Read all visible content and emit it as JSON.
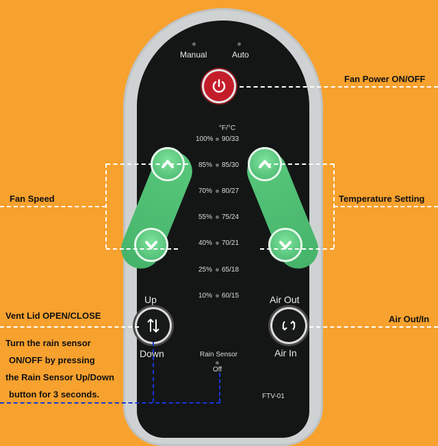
{
  "remote": {
    "mode_manual": "Manual",
    "mode_auto": "Auto",
    "unit_header": "°F/°C",
    "speed_levels": [
      "100%",
      "85%",
      "70%",
      "55%",
      "40%",
      "25%",
      "10%"
    ],
    "temperature_levels": [
      "90/33",
      "85/30",
      "80/27",
      "75/24",
      "70/21",
      "65/18",
      "60/15"
    ],
    "vent_up": "Up",
    "vent_down": "Down",
    "air_out": "Air Out",
    "air_in": "Air In",
    "rain_sensor_label": "Rain Sensor",
    "rain_sensor_status": "Off",
    "model": "FTV-01"
  },
  "callouts": {
    "fan_power": "Fan Power ON/OFF",
    "fan_speed": "Fan Speed",
    "temperature_setting": "Temperature Setting",
    "vent_lid": "Vent Lid OPEN/CLOSE",
    "air_out_in": "Air Out/In",
    "rain_note_lines": [
      "Turn the rain sensor",
      "ON/OFF by pressing",
      "the Rain Sensor Up/Down",
      "button for 3 seconds."
    ]
  },
  "colors": {
    "background": "#f7a12e",
    "remote_body": "#141616",
    "power_button": "#c41d2a",
    "green_button": "#46b36a",
    "note_text": "#1637d6"
  },
  "icons": {
    "power": "power-icon",
    "speed_up": "chevron-up-icon",
    "speed_down": "chevron-down-icon",
    "temp_up": "chevron-up-icon",
    "temp_down": "chevron-down-icon",
    "vent": "up-down-arrows-icon",
    "air": "circular-arrows-icon"
  }
}
